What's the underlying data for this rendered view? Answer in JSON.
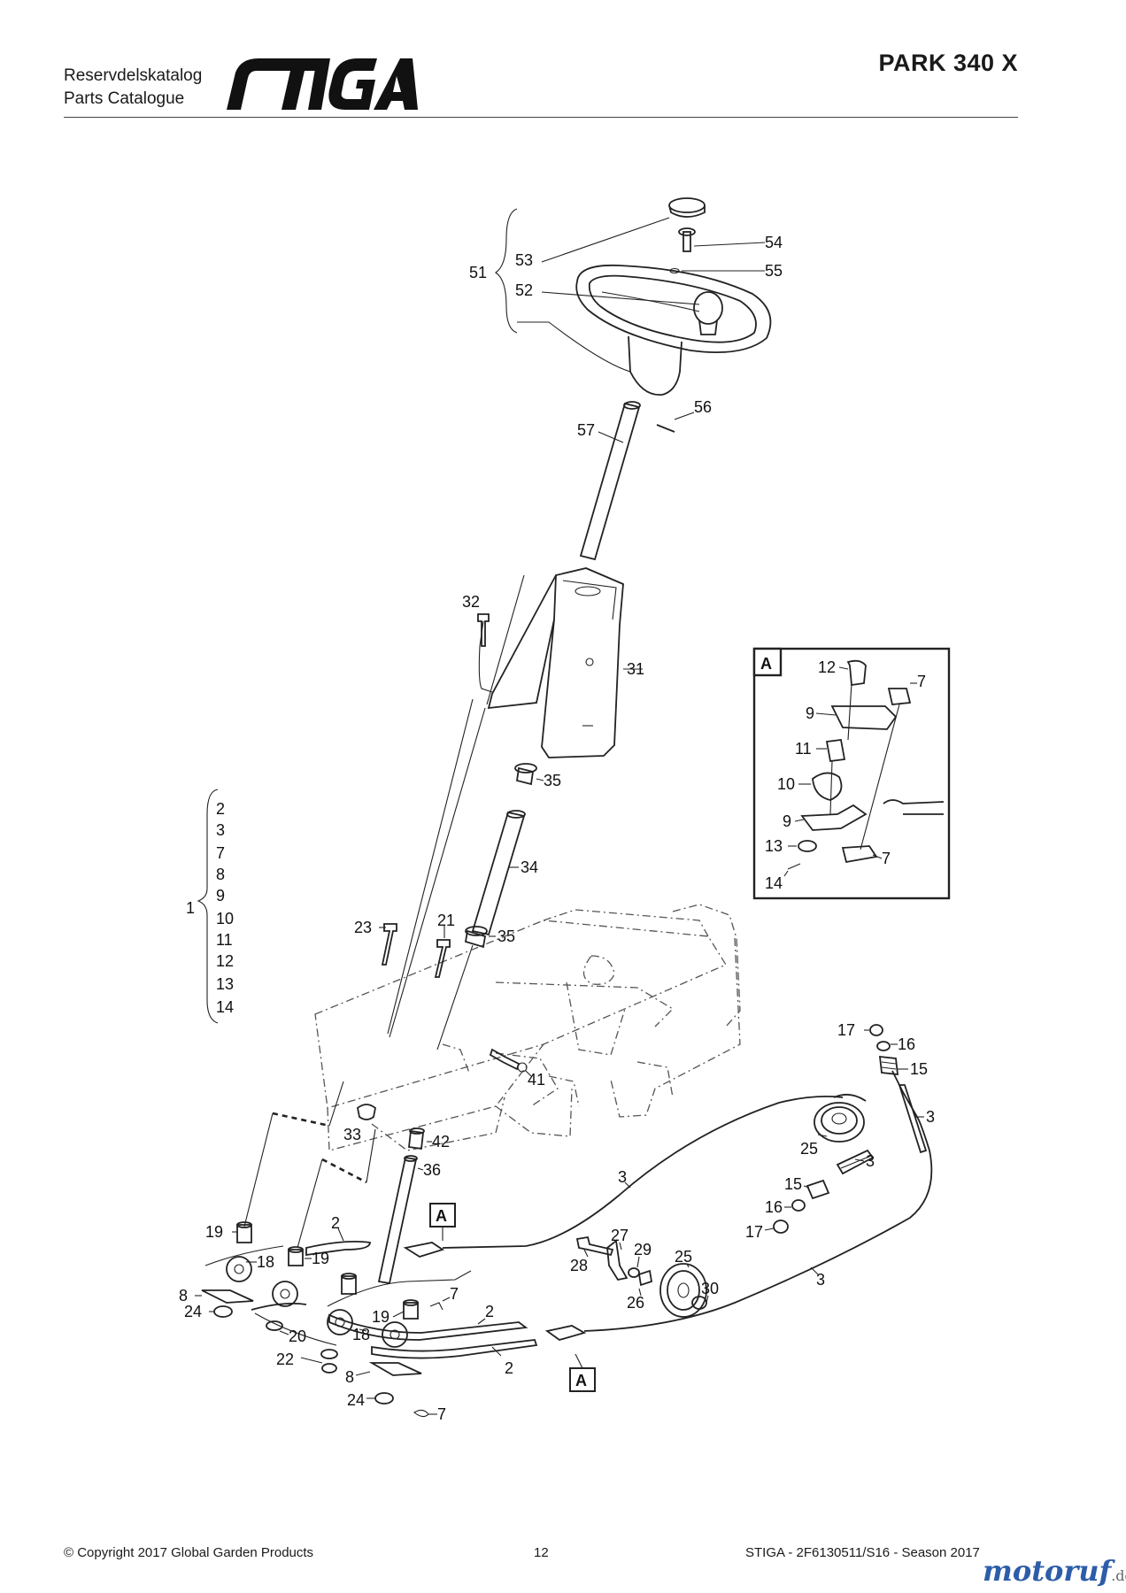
{
  "header": {
    "catalog_line1": "Reservdelskatalog",
    "catalog_line2": "Parts Catalogue",
    "brand_logo": "STIGA",
    "model": "PARK 340 X"
  },
  "callouts": {
    "group_51": "51",
    "n53": "53",
    "n52": "52",
    "n54": "54",
    "n55": "55",
    "n56": "56",
    "n57": "57",
    "n32": "32",
    "n31": "31",
    "n35a": "35",
    "n34": "34",
    "n35b": "35",
    "n23": "23",
    "n21": "21",
    "n41": "41",
    "n33": "33",
    "n42": "42",
    "n36": "36",
    "n17a": "17",
    "n16a": "16",
    "n15a": "15",
    "n3a": "3",
    "n25a": "25",
    "n3b": "3",
    "n15b": "15",
    "n16b": "16",
    "n17b": "17",
    "n3c": "3",
    "n3d": "3",
    "n2a": "2",
    "n19a": "19",
    "n18a": "18",
    "n19b": "19",
    "n8a": "8",
    "n24a": "24",
    "n20": "20",
    "n22": "22",
    "n18b": "18",
    "n19c": "19",
    "n7a": "7",
    "n2b": "2",
    "n2c": "2",
    "n8b": "8",
    "n24b": "24",
    "n7b": "7",
    "n28": "28",
    "n27": "27",
    "n29": "29",
    "n25b": "25",
    "n26": "26",
    "n30": "30",
    "refA1": "A",
    "refA2": "A"
  },
  "kit_1": {
    "label": "1",
    "items": [
      "2",
      "3",
      "7",
      "8",
      "9",
      "10",
      "11",
      "12",
      "13",
      "14"
    ]
  },
  "detail_A": {
    "label": "A",
    "n12": "12",
    "n7a": "7",
    "n9a": "9",
    "n11": "11",
    "n10": "10",
    "n9b": "9",
    "n13": "13",
    "n7b": "7",
    "n14": "14"
  },
  "footer": {
    "copyright": "© Copyright 2017 Global Garden Products",
    "page": "12",
    "doc_code": "STIGA - 2F6130511/S16 - Season 2017"
  },
  "watermark": {
    "name": "motoruf",
    "tld": ".de"
  }
}
